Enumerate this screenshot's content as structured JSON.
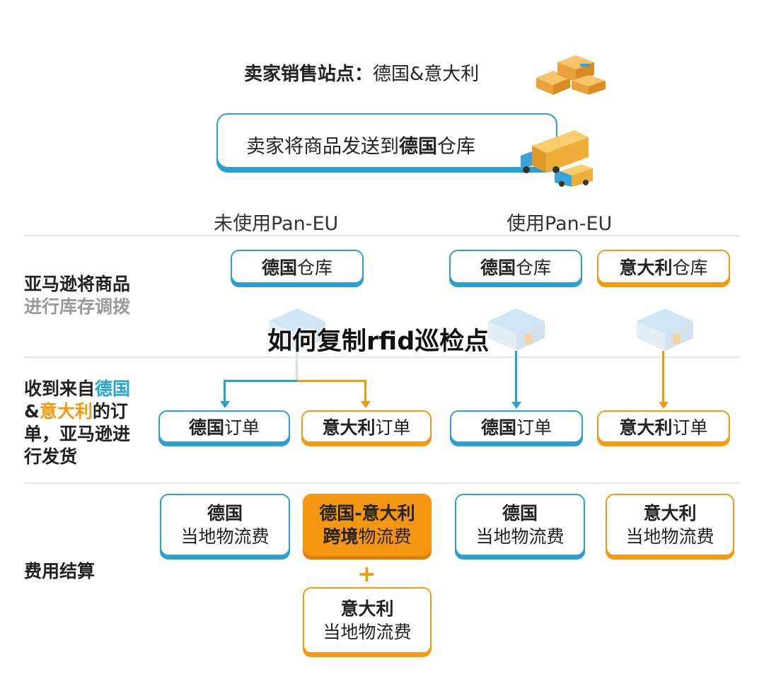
{
  "header": {
    "title_bold": "卖家销售站点：",
    "title_rest": "德国&意大利"
  },
  "banner": {
    "text_pre": "卖家将商品发送到",
    "text_bold": "德国",
    "text_post": "仓库"
  },
  "columns": {
    "left": "未使用Pan-EU",
    "right": "使用Pan-EU"
  },
  "rows": {
    "r1": {
      "line1": "亚马逊将商品",
      "line2": "进行库存调拨"
    },
    "r2": {
      "a": "收到来自",
      "b": "德国",
      "c": "&",
      "d": "意大利",
      "e": "的订",
      "f": "单，亚马逊进",
      "g": "行发货"
    },
    "r3": {
      "line1": "费用结算"
    }
  },
  "warehouses": {
    "w1": {
      "bold": "德国",
      "rest": "仓库"
    },
    "w2": {
      "bold": "德国",
      "rest": "仓库"
    },
    "w3": {
      "bold": "意大利",
      "rest": "仓库"
    }
  },
  "orders": {
    "o1": {
      "bold": "德国",
      "rest": "订单"
    },
    "o2": {
      "bold": "意大利",
      "rest": "订单"
    },
    "o3": {
      "bold": "德国",
      "rest": "订单"
    },
    "o4": {
      "bold": "意大利",
      "rest": "订单"
    }
  },
  "fees": {
    "f1": {
      "top": "德国",
      "bottom": "当地物流费"
    },
    "f2": {
      "top": "德国-意大利",
      "bottom_bold": "跨境",
      "bottom_rest": "物流费"
    },
    "f3": {
      "top": "德国",
      "bottom": "当地物流费"
    },
    "f4": {
      "top": "意大利",
      "bottom": "当地物流费"
    },
    "f5": {
      "top": "意大利",
      "bottom": "当地物流费"
    }
  },
  "plus": "+",
  "watermark": "如何复制rfid巡检点",
  "colors": {
    "blue": "#2a9fd0",
    "orange": "#f29b10",
    "filled": "#f39712"
  }
}
